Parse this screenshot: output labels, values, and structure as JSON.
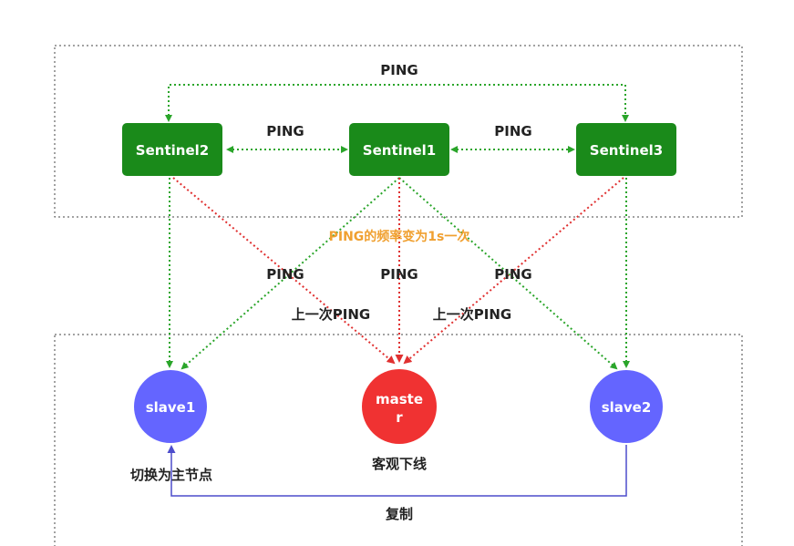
{
  "sentinels": [
    {
      "id": "s2",
      "label": "Sentinel2"
    },
    {
      "id": "s1",
      "label": "Sentinel1"
    },
    {
      "id": "s3",
      "label": "Sentinel3"
    }
  ],
  "nodes": [
    {
      "id": "slave1",
      "label": "slave1"
    },
    {
      "id": "master_a",
      "label": "maste"
    },
    {
      "id": "master_b",
      "label": "r"
    },
    {
      "id": "slave2",
      "label": "slave2"
    }
  ],
  "labels": {
    "ping_top": "PING",
    "ping_left": "PING",
    "ping_right": "PING",
    "frequency": "PING的频率变为1s一次",
    "ping_down_left": "PING",
    "ping_down_mid": "PING",
    "ping_down_right": "PING",
    "last_ping_left": "上一次PING",
    "last_ping_right": "上一次PING",
    "switch_master": "切换为主节点",
    "objective_down": "客观下线",
    "replicate": "复制"
  },
  "colors": {
    "sentinel": "#1a8a1a",
    "green_link": "#2aa52a",
    "red_link": "#e03030",
    "slave": "#6465ff",
    "master": "#f03232",
    "replicate": "#4d4dcc",
    "orange_text": "#f0a030",
    "box_border": "#444444"
  }
}
